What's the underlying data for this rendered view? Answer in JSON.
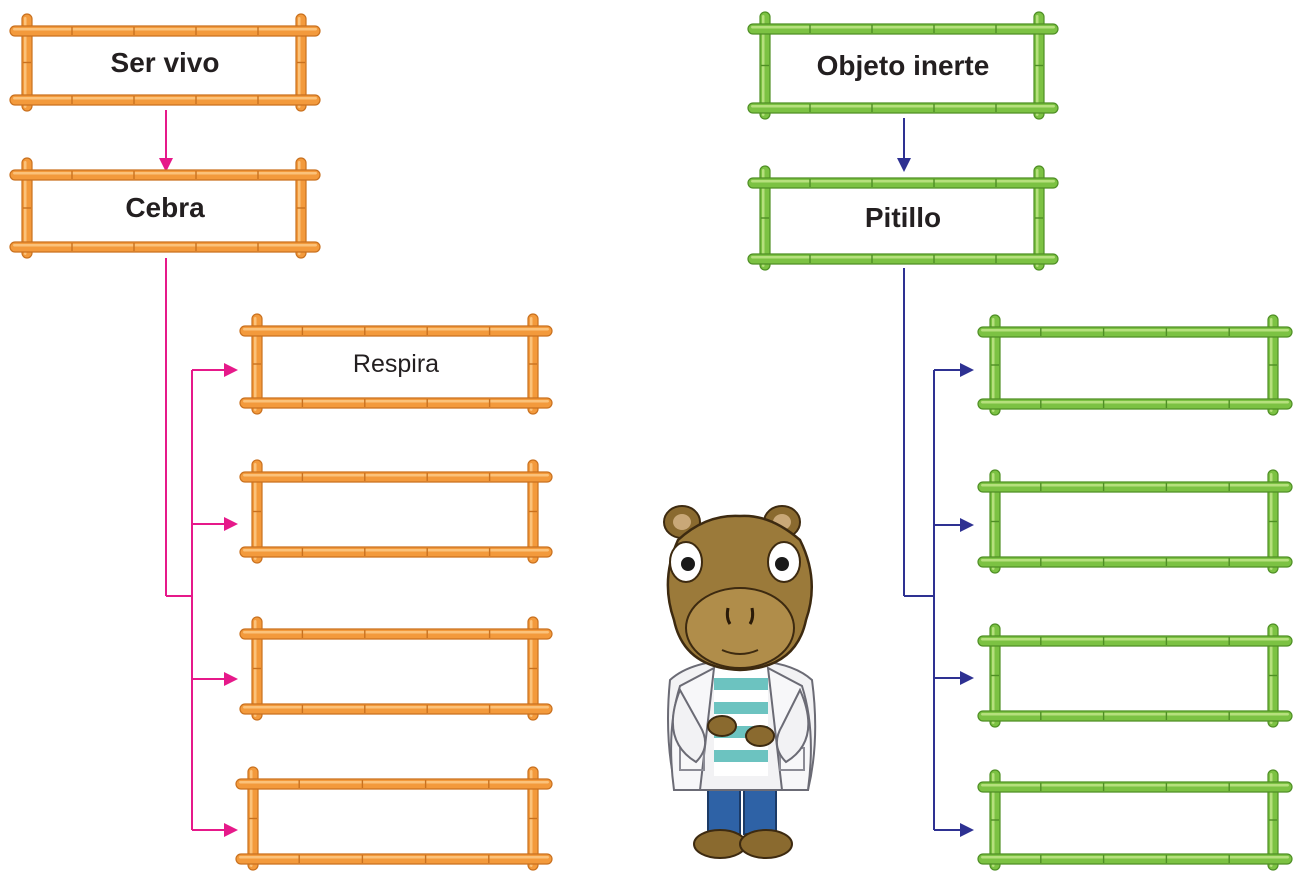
{
  "colors": {
    "bamboo_orange": "#f39a3c",
    "bamboo_orange_light": "#fbc27a",
    "bamboo_orange_dark": "#c9711f",
    "bamboo_green": "#7cc243",
    "bamboo_green_light": "#b6e07d",
    "bamboo_green_dark": "#4f8f25",
    "connector_living": "#e6198a",
    "connector_inert": "#2e3192",
    "text": "#231f20"
  },
  "living": {
    "category": "Ser vivo",
    "example": "Cebra",
    "characteristics": [
      "Respira",
      "",
      "",
      ""
    ]
  },
  "inert": {
    "category": "Objeto inerte",
    "example": "Pitillo",
    "characteristics": [
      "",
      "",
      "",
      ""
    ]
  },
  "mascot": {
    "icon": "hippo-scientist-icon"
  }
}
